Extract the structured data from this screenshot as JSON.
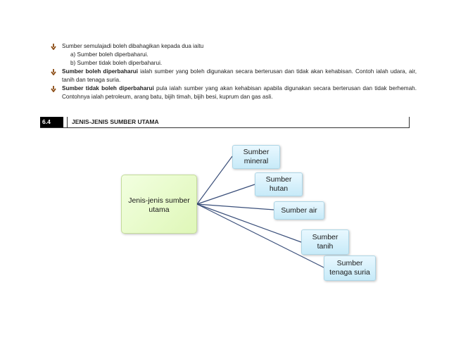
{
  "bullets": [
    {
      "text": "Sumber semulajadi boleh dibahagikan kepada dua iaitu"
    },
    {
      "bold": "Sumber boleh diperbaharui",
      "text": " ialah sumber yang boleh digunakan secara berterusan dan tidak akan kehabisan.  Contoh ialah udara, air,",
      "cont": "tanih dan tenaga suria."
    },
    {
      "bold": "Sumber tidak boleh diperbaharui",
      "text": " pula ialah sumber yang akan kehabisan apabila digunakan secara berterusan dan tidak berhemah.",
      "cont": "Contohnya ialah petroleum, arang batu, bijih timah, bijih besi, kuprum dan gas asli."
    }
  ],
  "sub_items": [
    "a)   Sumber   boleh diperbaharui.",
    "b)   Sumber tidak boleh diperbaharui."
  ],
  "section": {
    "number": "6.4",
    "title": "JENIS-JENIS SUMBER UTAMA"
  },
  "diagram": {
    "center": [
      "Jenis-jenis sumber",
      "utama"
    ],
    "leaves": [
      [
        "Sumber",
        "mineral"
      ],
      [
        "Sumber",
        "hutan"
      ],
      [
        "Sumber air"
      ],
      [
        "Sumber",
        "tanih"
      ],
      [
        "Sumber",
        "tenaga suria"
      ]
    ]
  },
  "colors": {
    "bullet_icon": "#8a4a12",
    "center_fill": "#dff7b8",
    "leaf_fill": "#c7eaf8",
    "line": "#3a4f7a"
  }
}
